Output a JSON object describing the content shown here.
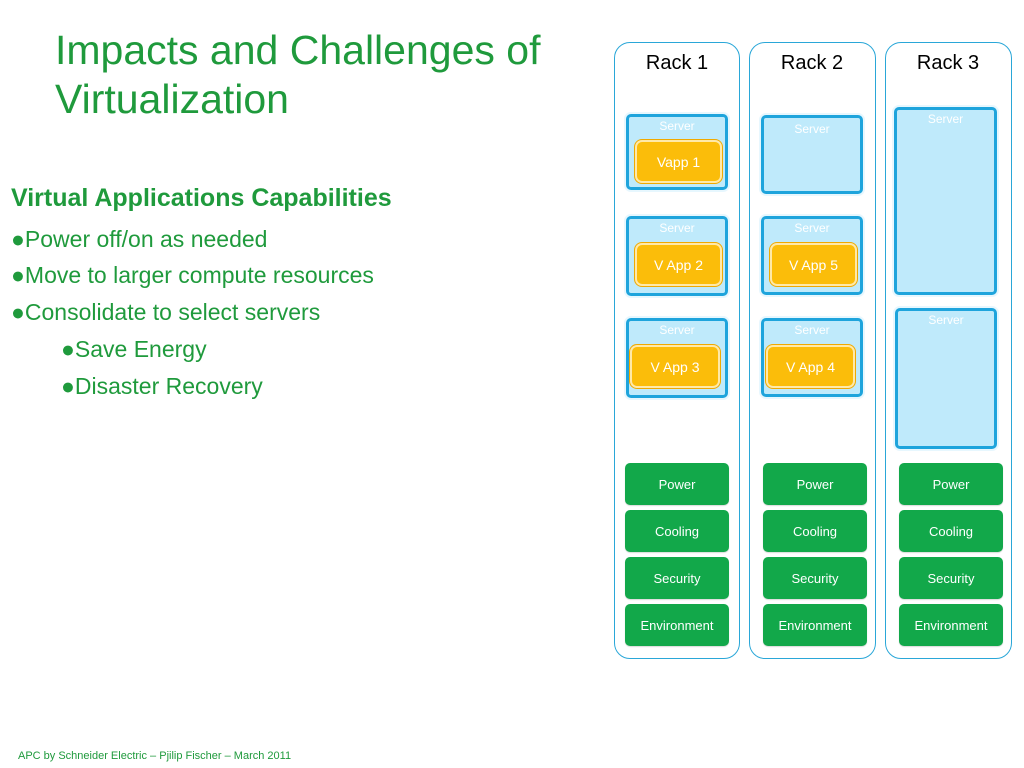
{
  "slide": {
    "title_line1": "Impacts and Challenges of",
    "title_line2": "Virtualization",
    "heading": "Virtual Applications Capabilities",
    "bullet_glyph": "●",
    "bullets": [
      "Power off/on as needed",
      "Move to larger compute resources",
      "Consolidate to select servers"
    ],
    "sub_bullets": [
      "Save Energy",
      "Disaster Recovery"
    ],
    "footer": "APC by Schneider Electric – Pjilip Fischer – March 2011"
  },
  "diagram": {
    "server_label": "Server",
    "racks": [
      {
        "label": "Rack 1",
        "apps": [
          "Vapp 1",
          "V App 2",
          "V App 3"
        ],
        "infra": [
          "Power",
          "Cooling",
          "Security",
          "Environment"
        ]
      },
      {
        "label": "Rack 2",
        "apps": [
          "V App 5",
          "V App 4"
        ],
        "infra": [
          "Power",
          "Cooling",
          "Security",
          "Environment"
        ]
      },
      {
        "label": "Rack 3",
        "apps": [],
        "infra": [
          "Power",
          "Cooling",
          "Security",
          "Environment"
        ]
      }
    ]
  },
  "colors": {
    "title_green": "#1f9a3c",
    "server_border": "#1ea4dc",
    "server_fill": "#bfeafb",
    "vapp_fill": "#fbbd0a",
    "infra_green": "#12a84a",
    "rack_border": "#2aa7d8"
  }
}
